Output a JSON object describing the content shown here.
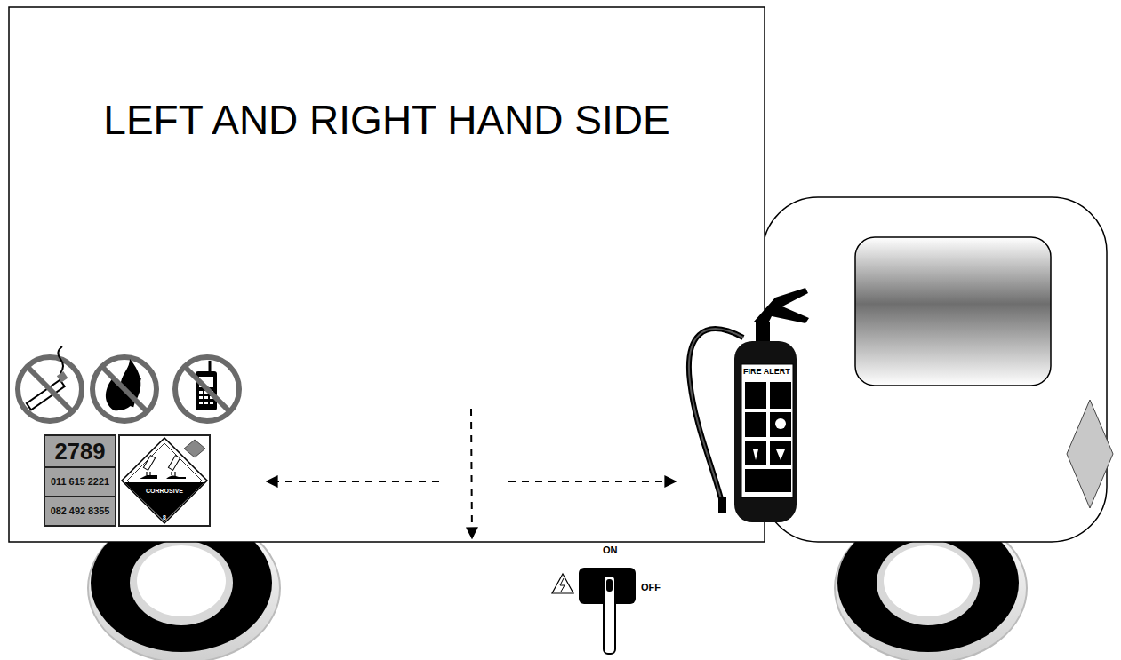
{
  "diagram": {
    "title": "LEFT AND RIGHT HAND SIDE",
    "nodes": [
      {
        "text": [
          "2789",
          "011 615 2221",
          "082 492 8355"
        ]
      },
      {
        "text": [
          "CORROSIVE",
          "8"
        ]
      }
    ],
    "labels": [
      "FIRE ALERT",
      "ON",
      "OFF"
    ]
  }
}
